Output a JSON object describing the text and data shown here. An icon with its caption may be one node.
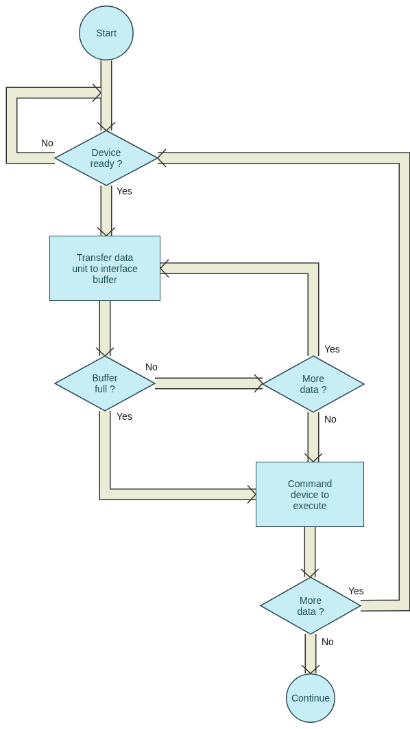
{
  "diagram": {
    "nodes": [
      {
        "text": [
          "Start"
        ]
      },
      {
        "text": [
          "Device ready ?"
        ]
      },
      {
        "text": [
          "Transfer data unit to interface buffer"
        ]
      },
      {
        "text": [
          "Buffer full ?"
        ]
      },
      {
        "text": [
          "More data ?"
        ]
      },
      {
        "text": [
          "Command device to execute"
        ]
      },
      {
        "text": [
          "More data ?"
        ]
      },
      {
        "text": [
          "Continue"
        ]
      }
    ],
    "edges": [
      {
        "from": 0,
        "to": 1,
        "arrow": "to"
      },
      {
        "from": 1,
        "to": 1,
        "arrow": "to",
        "label": "No"
      },
      {
        "from": 1,
        "to": 2,
        "arrow": "to",
        "label": "Yes"
      },
      {
        "from": 2,
        "to": 3,
        "arrow": "to"
      },
      {
        "from": 3,
        "to": 4,
        "arrow": "to",
        "label": "No"
      },
      {
        "from": 3,
        "to": 5,
        "arrow": "to",
        "label": "Yes"
      },
      {
        "from": 4,
        "to": 2,
        "arrow": "to",
        "label": "Yes"
      },
      {
        "from": 4,
        "to": 5,
        "arrow": "to",
        "label": "No"
      },
      {
        "from": 5,
        "to": 6,
        "arrow": "to"
      },
      {
        "from": 6,
        "to": 1,
        "arrow": "to",
        "label": "Yes"
      },
      {
        "from": 6,
        "to": 7,
        "arrow": "to",
        "label": "No"
      }
    ]
  }
}
